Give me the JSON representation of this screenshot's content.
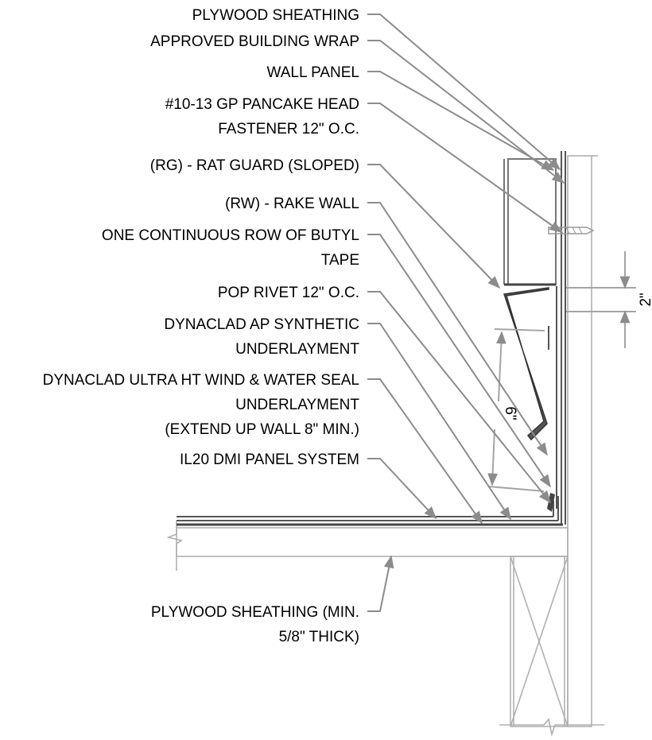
{
  "labels": {
    "plywood_sheathing": "PLYWOOD SHEATHING",
    "building_wrap": "APPROVED BUILDING WRAP",
    "wall_panel": "WALL PANEL",
    "fastener_line1": "#10-13 GP PANCAKE HEAD",
    "fastener_line2": "FASTENER 12\" O.C.",
    "rat_guard": "(RG) - RAT GUARD (SLOPED)",
    "rake_wall": "(RW) - RAKE WALL",
    "butyl_line1": "ONE CONTINUOUS ROW OF BUTYL",
    "butyl_line2": "TAPE",
    "pop_rivet": "POP RIVET 12\" O.C.",
    "ap_line1": "DYNACLAD AP SYNTHETIC",
    "ap_line2": "UNDERLAYMENT",
    "ultra_line1": "DYNACLAD ULTRA HT WIND & WATER SEAL",
    "ultra_line2": "UNDERLAYMENT",
    "ultra_line3": "(EXTEND UP WALL 8\" MIN.)",
    "panel_system": "IL20 DMI PANEL SYSTEM",
    "plywood_min_line1": "PLYWOOD SHEATHING (MIN.",
    "plywood_min_line2": "5/8\" THICK)"
  },
  "dimensions": {
    "vertical_offset": "2\"",
    "slope_length": "6\""
  },
  "colors": {
    "text": "#000000",
    "leader": "#8c8c8c",
    "hatch": "#bdbdbd",
    "flashing": "#444444"
  }
}
